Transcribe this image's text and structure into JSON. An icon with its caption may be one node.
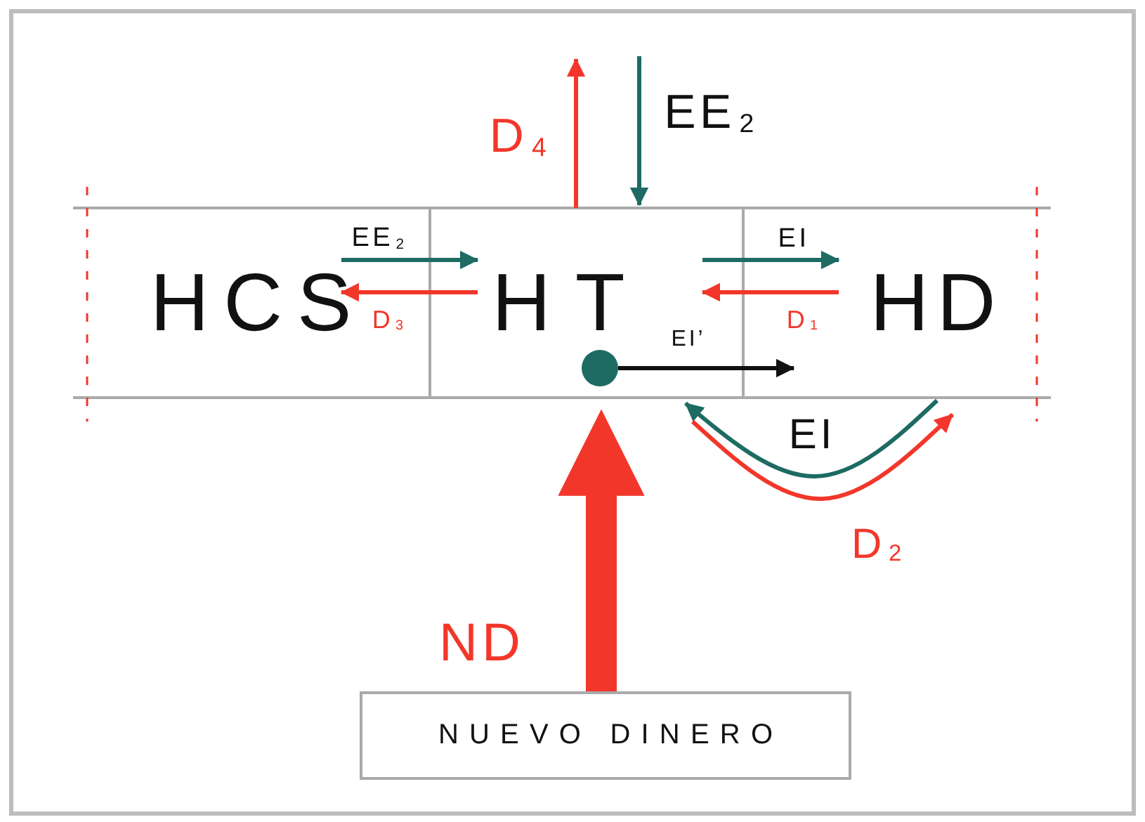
{
  "diagram": {
    "nodes": [
      {
        "text": [
          "HCS"
        ]
      },
      {
        "text": [
          "HT"
        ]
      },
      {
        "text": [
          "HD"
        ]
      },
      {
        "text": [
          "NUEVO DINERO"
        ]
      },
      {
        "text": [],
        "shape": "circle",
        "in": 1
      }
    ],
    "edges": [
      {
        "from": 1,
        "to": null,
        "arrow": "to",
        "label": "D$_{4}$"
      },
      {
        "from": null,
        "to": 1,
        "arrow": "to",
        "label": "EE$_{2}$",
        "color": "#1d6b62"
      },
      {
        "from": 0,
        "to": 1,
        "arrow": "to",
        "label": "EE$_{2}$",
        "color": "#1d6b62"
      },
      {
        "from": 1,
        "to": 0,
        "arrow": "to",
        "label": "D$_{3}$"
      },
      {
        "from": 1,
        "to": 2,
        "arrow": "to",
        "label": "EI",
        "color": "#1d6b62"
      },
      {
        "from": 2,
        "to": 1,
        "arrow": "to",
        "label": "D$_{1}$"
      },
      {
        "from": 4,
        "to": null,
        "arrow": "to",
        "label": "EI’",
        "color": "#111111"
      },
      {
        "from": 2,
        "to": 1,
        "arrow": "to",
        "label": "EI",
        "color": "#1d6b62"
      },
      {
        "from": 1,
        "to": 2,
        "arrow": "to",
        "label": "D$_{2}$"
      },
      {
        "from": 3,
        "to": 1,
        "arrow": "to",
        "label": "ND",
        "style": "thick"
      }
    ]
  }
}
